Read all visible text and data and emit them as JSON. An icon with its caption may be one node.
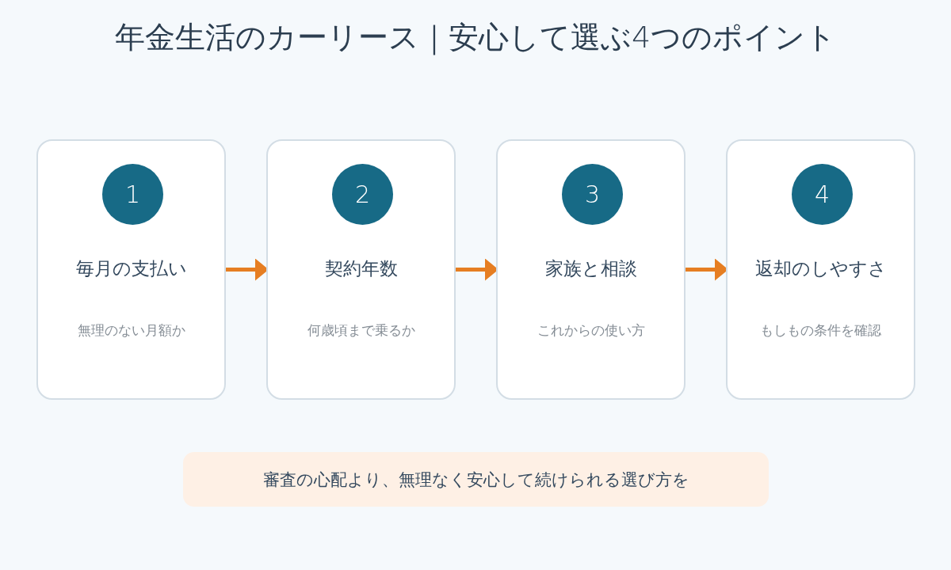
{
  "diagram": {
    "title": "年金生活のカーリース｜安心して選ぶ4つのポイント",
    "nodes": [
      {
        "text": [
          "毎月の支払い",
          "無理のない月額か"
        ]
      },
      {
        "text": [
          "1"
        ],
        "in": 0
      },
      {
        "text": [
          "契約年数",
          "何歳頃まで乗るか"
        ]
      },
      {
        "text": [
          "2"
        ],
        "in": 2
      },
      {
        "text": [
          "家族と相談",
          "これからの使い方"
        ]
      },
      {
        "text": [
          "3"
        ],
        "in": 4
      },
      {
        "text": [
          "返却のしやすさ",
          "もしもの条件を確認"
        ]
      },
      {
        "text": [
          "4"
        ],
        "in": 6
      },
      {
        "text": [
          "審査の心配より、無理なく安心して続けられる選び方を"
        ]
      }
    ],
    "edges": [
      {
        "from": 0,
        "to": 2,
        "arrow": "to"
      },
      {
        "from": 2,
        "to": 4,
        "arrow": "to"
      },
      {
        "from": 4,
        "to": 6,
        "arrow": "to"
      }
    ]
  }
}
